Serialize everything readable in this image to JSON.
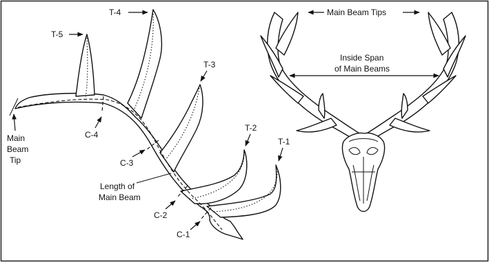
{
  "left_diagram": {
    "tine_labels": {
      "t1": "T-1",
      "t2": "T-2",
      "t3": "T-3",
      "t4": "T-4",
      "t5": "T-5"
    },
    "circumference_labels": {
      "c1": "C-1",
      "c2": "C-2",
      "c3": "C-3",
      "c4": "C-4"
    },
    "main_beam_tip": [
      "Main",
      "Beam",
      "Tip"
    ],
    "length_of_main_beam": [
      "Length of",
      "Main Beam"
    ]
  },
  "right_diagram": {
    "main_beam_tips": "Main Beam Tips",
    "inside_span": [
      "Inside Span",
      "of Main Beams"
    ]
  },
  "colors": {
    "ink": "#111111",
    "background": "#ffffff",
    "frame": "#222222"
  }
}
